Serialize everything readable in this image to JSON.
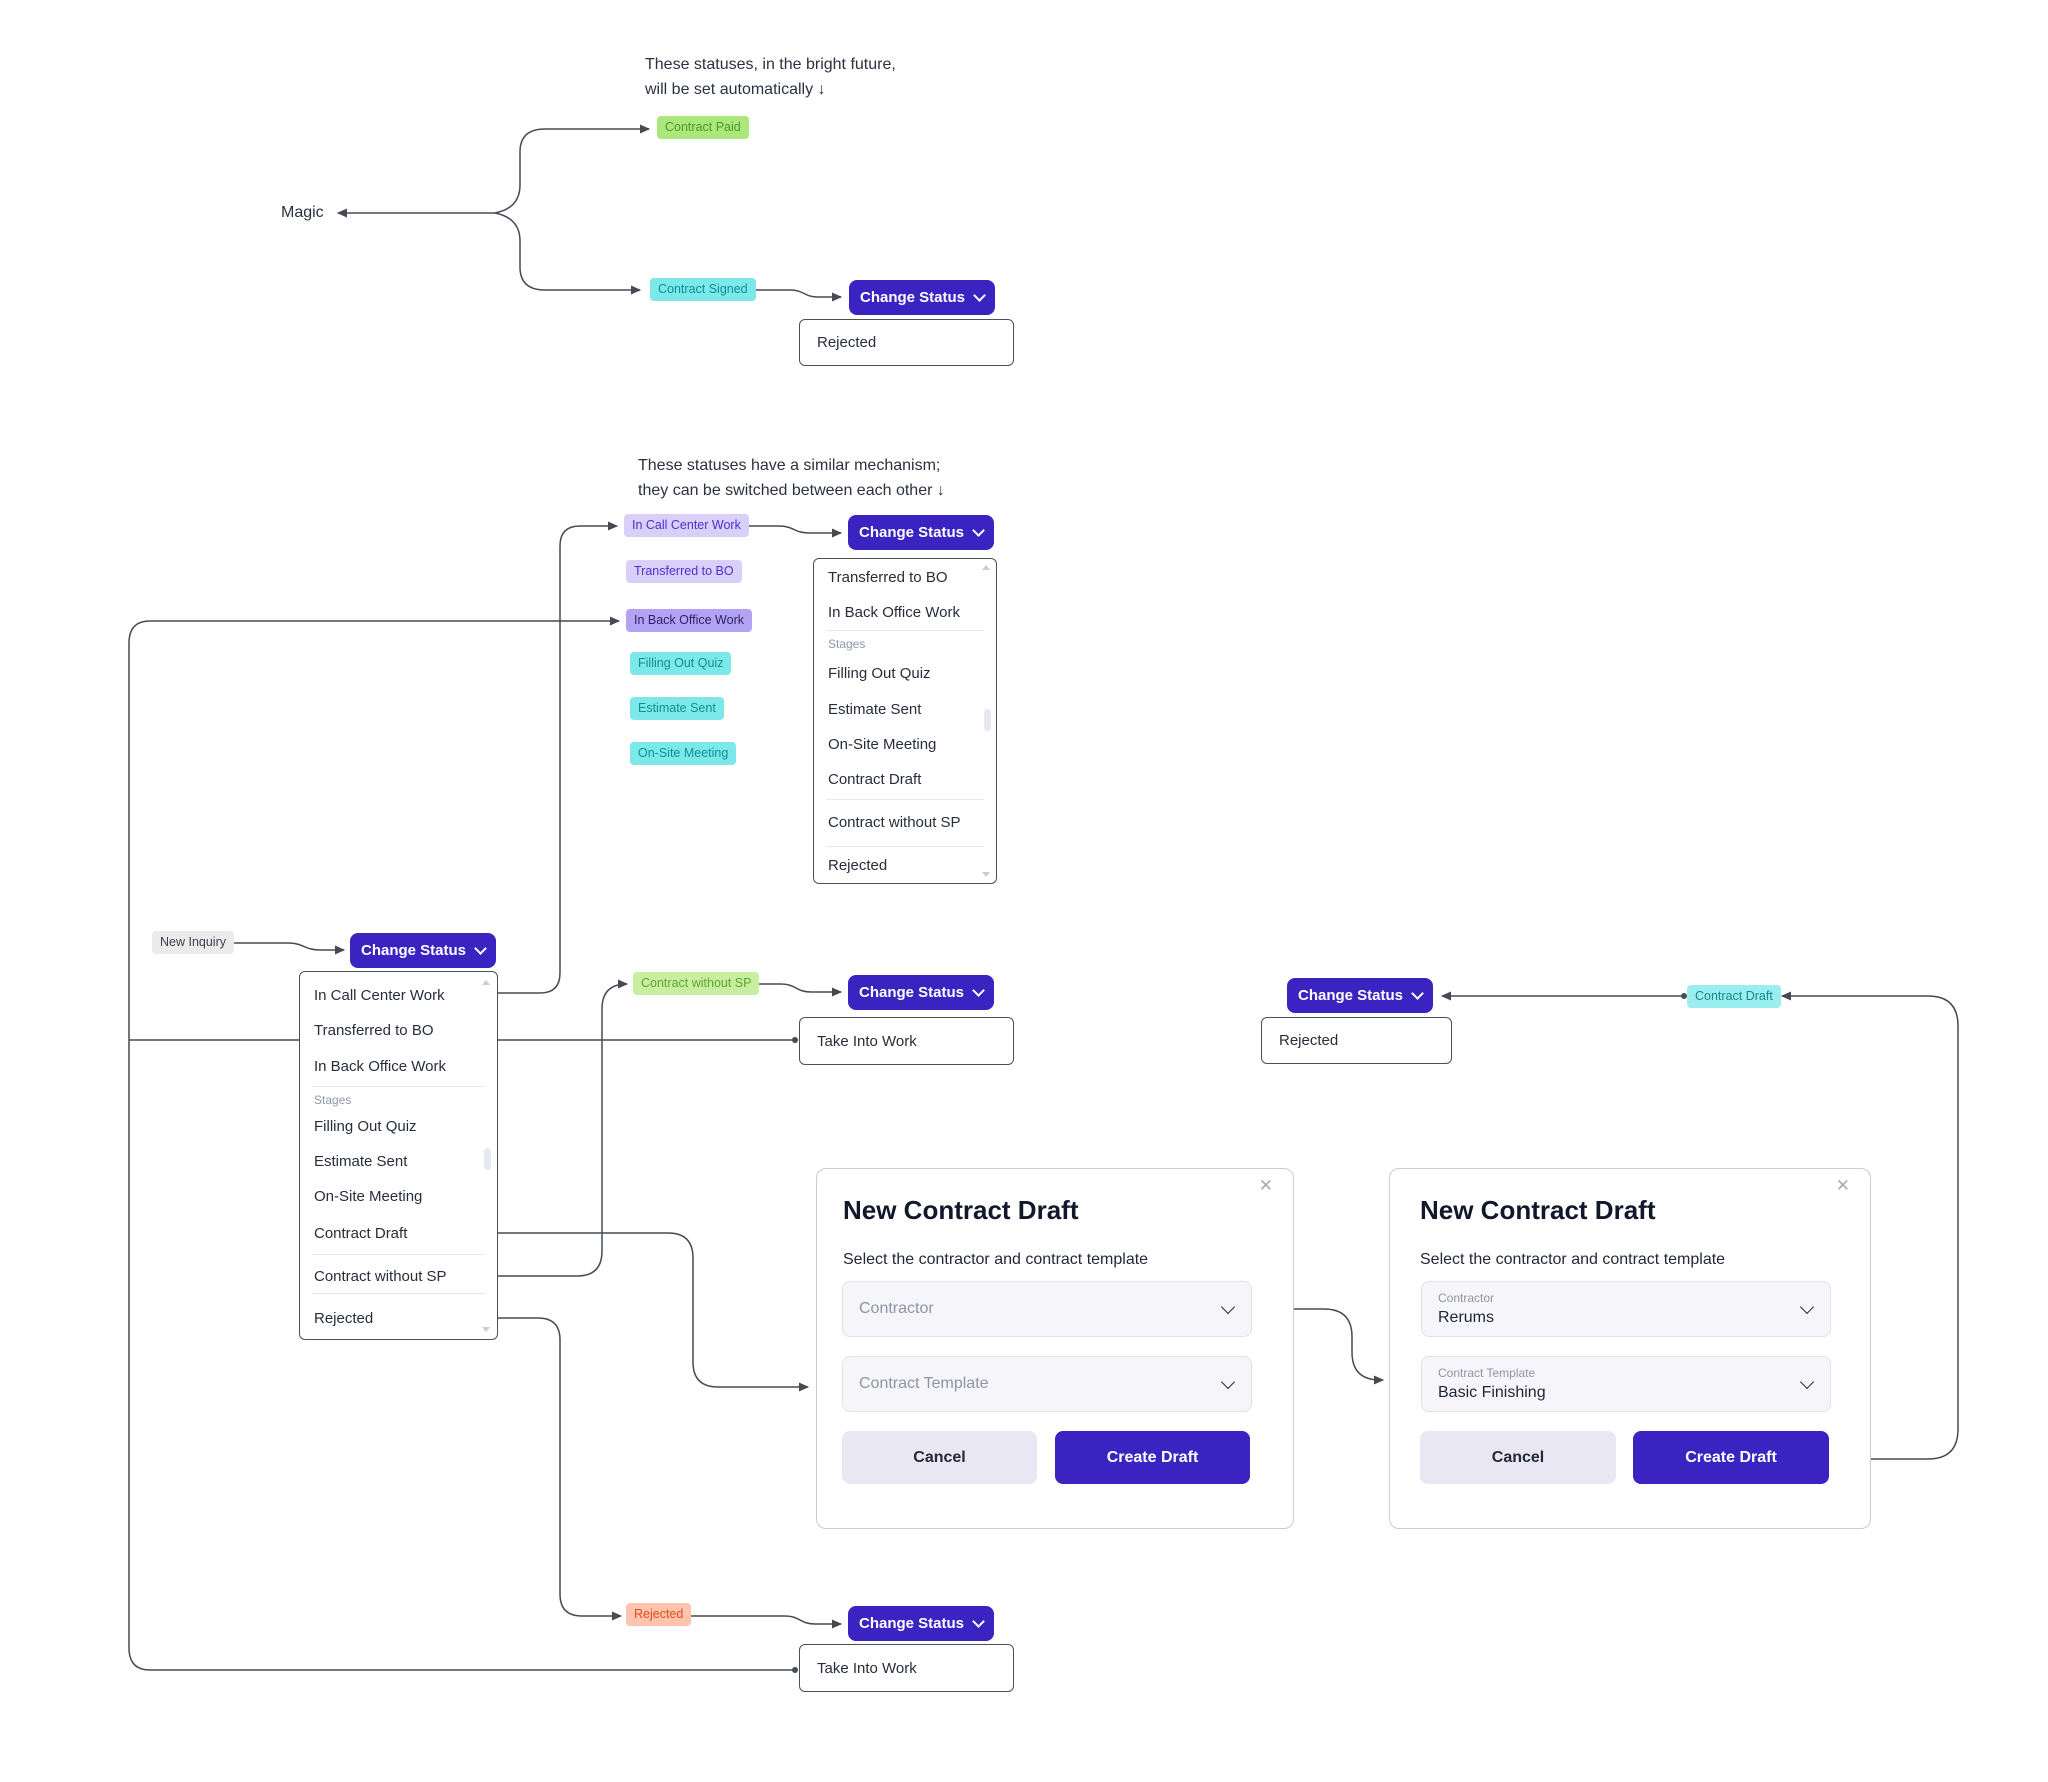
{
  "colors": {
    "accent_indigo": "#3b23c1",
    "connector": "#454a55",
    "badge_green_bg": "#abe77d",
    "badge_cyan_bg": "#7de8e9",
    "badge_lavender_bg": "#d8d0f8",
    "badge_purple_bg": "#b2a4f2",
    "badge_lime_bg": "#c8efa0",
    "badge_salmon_bg": "#ffc4ad",
    "badge_gray_bg": "#ebebec"
  },
  "annotations": {
    "magic_label": "Magic",
    "auto_line1": "These statuses, in the bright future,",
    "auto_line2": "will be set automatically ↓",
    "switch_line1": "These statuses have a similar mechanism;",
    "switch_line2": "they can be switched between each other ↓"
  },
  "buttons": {
    "change_status": "Change Status",
    "cancel": "Cancel",
    "create_draft": "Create Draft",
    "close": "✕"
  },
  "badges": {
    "contract_paid": "Contract Paid",
    "contract_signed": "Contract Signed",
    "in_call_center_work": "In Call Center Work",
    "transferred_to_bo": "Transferred to BO",
    "in_back_office_work": "In Back Office Work",
    "filling_out_quiz": "Filling Out Quiz",
    "estimate_sent": "Estimate Sent",
    "on_site_meeting": "On-Site Meeting",
    "new_inquiry": "New Inquiry",
    "contract_without_sp": "Contract without SP",
    "contract_draft": "Contract Draft",
    "rejected": "Rejected"
  },
  "menus": {
    "stages_label": "Stages",
    "items": {
      "in_call_center_work": "In Call Center Work",
      "transferred_to_bo": "Transferred to BO",
      "in_back_office_work": "In Back Office Work",
      "filling_out_quiz": "Filling Out Quiz",
      "estimate_sent": "Estimate Sent",
      "on_site_meeting": "On-Site Meeting",
      "contract_draft": "Contract Draft",
      "contract_without_sp": "Contract without SP",
      "rejected": "Rejected",
      "take_into_work": "Take Into Work"
    }
  },
  "modal_empty": {
    "title": "New Contract Draft",
    "subtitle": "Select the contractor and contract template",
    "contractor_placeholder": "Contractor",
    "template_placeholder": "Contract Template"
  },
  "modal_filled": {
    "title": "New Contract Draft",
    "subtitle": "Select the contractor and contract template",
    "contractor_label": "Contractor",
    "contractor_value": "Rerums",
    "template_label": "Contract Template",
    "template_value": "Basic Finishing"
  }
}
